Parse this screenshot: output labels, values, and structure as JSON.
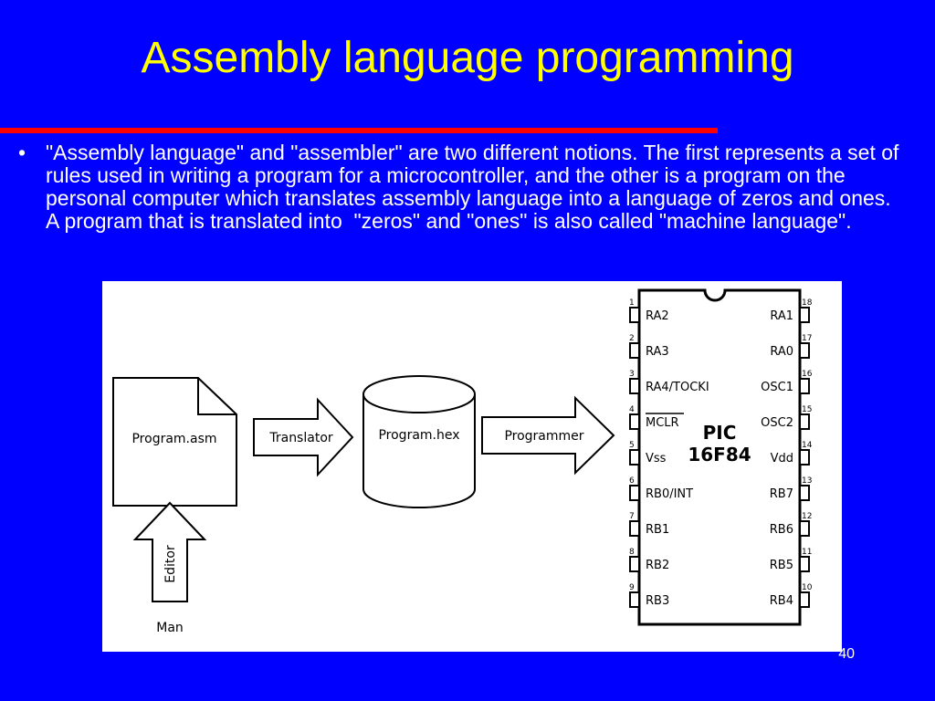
{
  "slide": {
    "title": "Assembly language programming",
    "bullet_mark": "•",
    "bullet_text": "\"Assembly language\" and \"assembler\" are two different notions. The first represents a set of rules used in writing a program for a microcontroller, and the other is a program on the personal computer which translates assembly language into a language of zeros and ones. A program that is translated into  \"zeros\" and \"ones\" is also called \"machine language\".",
    "page_number": "40",
    "colors": {
      "background": "#0000ff",
      "title": "#ffff00",
      "rule": "#ff0000",
      "text": "#ffffff"
    }
  },
  "diagram": {
    "file_label": "Program.asm",
    "translator_label": "Translator",
    "hex_label": "Program.hex",
    "programmer_label": "Programmer",
    "editor_label": "Editor",
    "man_label": "Man",
    "chip": {
      "name_line1": "PIC",
      "name_line2": "16F84",
      "left_pins": [
        {
          "num": "1",
          "label": "RA2"
        },
        {
          "num": "2",
          "label": "RA3"
        },
        {
          "num": "3",
          "label": "RA4/TOCKI"
        },
        {
          "num": "4",
          "label": "MCLR"
        },
        {
          "num": "5",
          "label": "Vss"
        },
        {
          "num": "6",
          "label": "RB0/INT"
        },
        {
          "num": "7",
          "label": "RB1"
        },
        {
          "num": "8",
          "label": "RB2"
        },
        {
          "num": "9",
          "label": "RB3"
        }
      ],
      "right_pins": [
        {
          "num": "18",
          "label": "RA1"
        },
        {
          "num": "17",
          "label": "RA0"
        },
        {
          "num": "16",
          "label": "OSC1"
        },
        {
          "num": "15",
          "label": "OSC2"
        },
        {
          "num": "14",
          "label": "Vdd"
        },
        {
          "num": "13",
          "label": "RB7"
        },
        {
          "num": "12",
          "label": "RB6"
        },
        {
          "num": "11",
          "label": "RB5"
        },
        {
          "num": "10",
          "label": "RB4"
        }
      ]
    }
  }
}
